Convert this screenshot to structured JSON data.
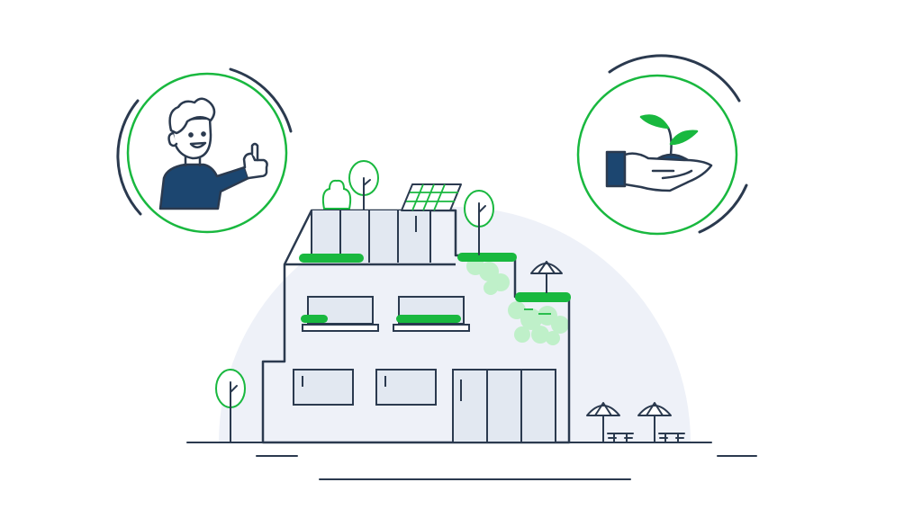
{
  "palette": {
    "background": "#ffffff",
    "outline": "#2b3a4f",
    "navy": "#1c4670",
    "green": "#19b83f",
    "light_green": "#bff0c9",
    "window_fill": "#e2e8f1",
    "backdrop": "#eef1f8"
  },
  "illustration": {
    "left_badge": {
      "icon": "person-thumbs-up-icon"
    },
    "right_badge": {
      "icon": "hand-holding-sprout-icon"
    },
    "building": {
      "icon": "green-building-icon",
      "features": [
        "solar-panel",
        "rooftop-trees",
        "green-roof",
        "balcony-planters",
        "patio-umbrellas",
        "climbing-plants"
      ]
    }
  }
}
